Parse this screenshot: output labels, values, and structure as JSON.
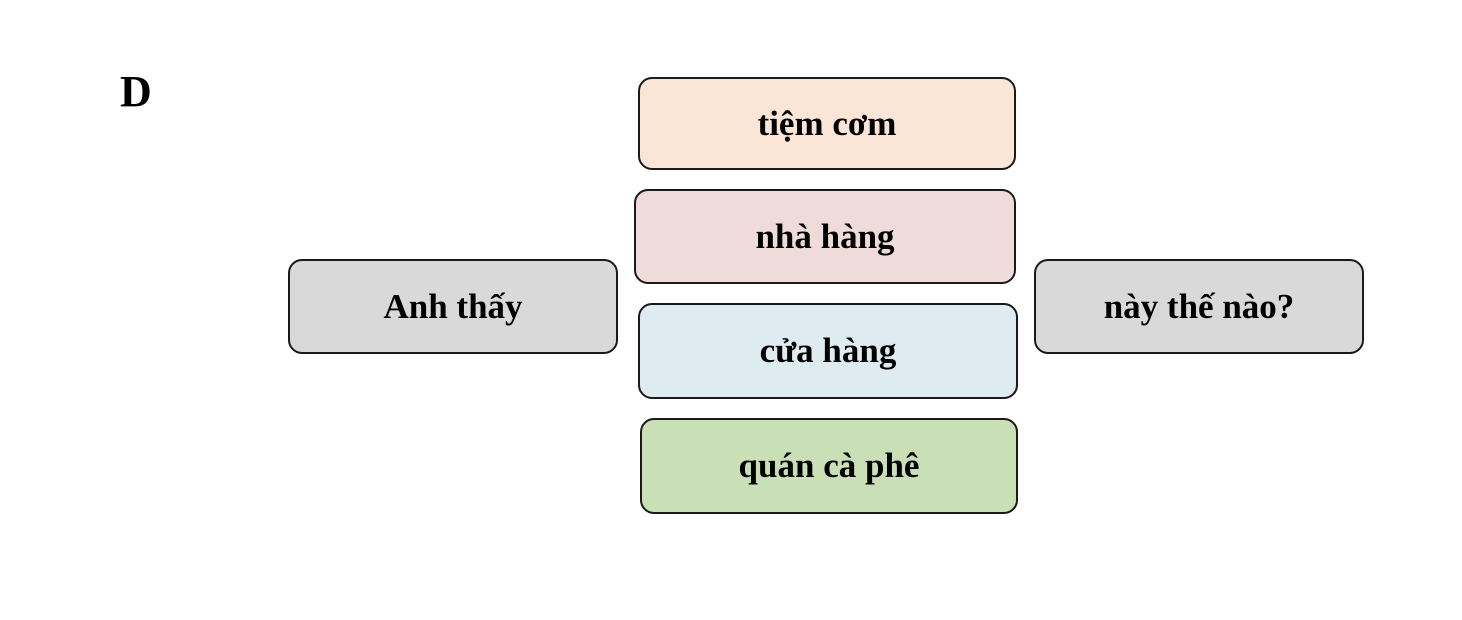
{
  "section_label": "D",
  "sentence": {
    "start": {
      "text": "Anh thấy",
      "color": "#d9d9d9"
    },
    "end": {
      "text": "này thế nào?",
      "color": "#d9d9d9"
    }
  },
  "options": [
    {
      "text": "tiệm cơm",
      "color": "#fbe5d6"
    },
    {
      "text": "nhà hàng",
      "color": "#f0dbdb"
    },
    {
      "text": "cửa hàng",
      "color": "#deebf0"
    },
    {
      "text": "quán cà phê",
      "color": "#c9dfb5"
    }
  ]
}
